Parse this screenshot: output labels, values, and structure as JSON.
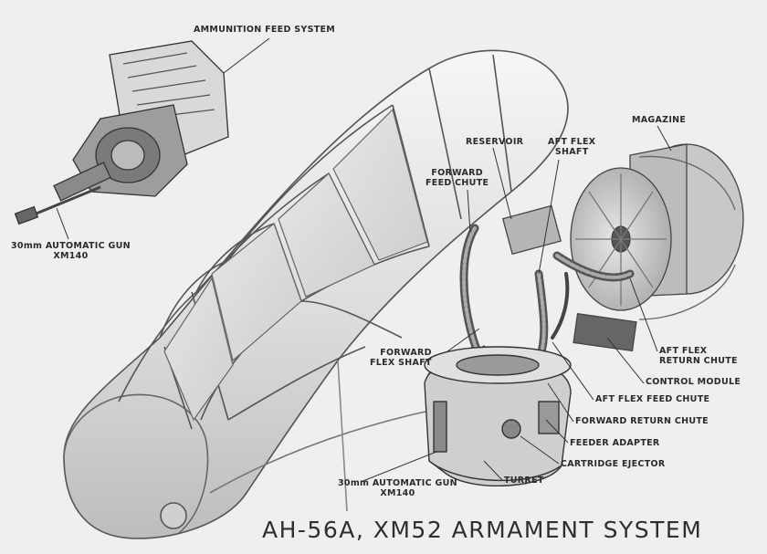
{
  "title": "AH-56A, XM52 ARMAMENT SYSTEM",
  "labels": {
    "ammunition_feed_system": "AMMUNITION FEED SYSTEM",
    "gun_top": {
      "line1": "30mm AUTOMATIC GUN",
      "line2": "XM140"
    },
    "reservoir": "RESERVOIR",
    "aft_flex_shaft": {
      "line1": "AFT FLEX",
      "line2": "SHAFT"
    },
    "magazine": "MAGAZINE",
    "forward_feed_chute": {
      "line1": "FORWARD",
      "line2": "FEED CHUTE"
    },
    "forward_flex_shaft": {
      "line1": "FORWARD",
      "line2": "FLEX SHAFT"
    },
    "aft_flex_return_chute": {
      "line1": "AFT FLEX",
      "line2": "RETURN CHUTE"
    },
    "control_module": "CONTROL MODULE",
    "aft_flex_feed_chute": "AFT FLEX FEED CHUTE",
    "forward_return_chute": "FORWARD RETURN CHUTE",
    "feeder_adapter": "FEEDER ADAPTER",
    "cartridge_ejector": "CARTRIDGE EJECTOR",
    "turret": "TURRET",
    "gun_bottom": {
      "line1": "30mm AUTOMATIC GUN",
      "line2": "XM140"
    }
  }
}
